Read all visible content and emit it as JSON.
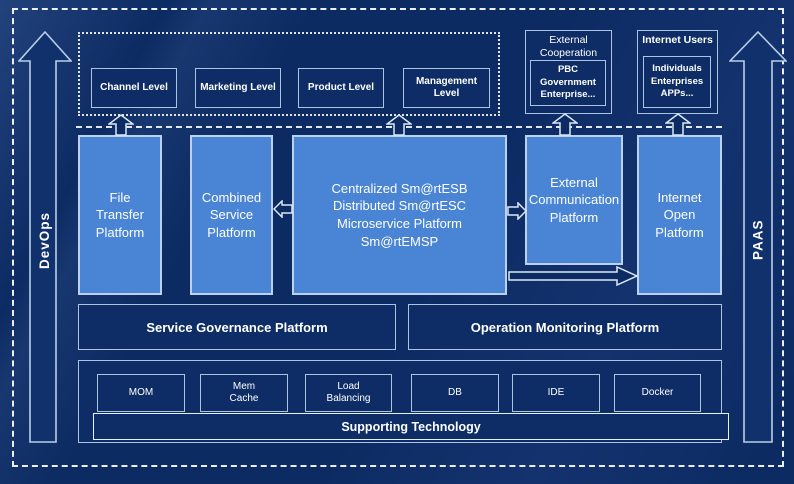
{
  "rails": {
    "devops": "DevOps",
    "paas": "PAAS"
  },
  "levels": [
    "Channel Level",
    "Marketing Level",
    "Product Level",
    "Management Level"
  ],
  "external_cooperation": {
    "title": "External Cooperation",
    "members": "PBC Government Enterprise..."
  },
  "internet_users": {
    "title": "Internet Users",
    "members": "Individuals Enterprises APPs..."
  },
  "platforms": {
    "file_transfer": "File Transfer Platform",
    "combined_service": "Combined Service Platform",
    "central_lines": [
      "Centralized Sm@rtESB",
      "Distributed Sm@rtESC",
      "Microservice Platform Sm@rtEMSP"
    ],
    "external_communication": "External Communication Platform",
    "internet_open": "Internet Open Platform"
  },
  "governance": {
    "service": "Service Governance Platform",
    "operation": "Operation Monitoring Platform"
  },
  "supporting": {
    "items": [
      "MOM",
      "Mem Cache",
      "Load Balancing",
      "DB",
      "IDE",
      "Docker"
    ],
    "bar": "Supporting Technology"
  },
  "colors": {
    "background": "#0d2b63",
    "platform_blue": "#4a84d4",
    "box_border": "#aac4e2",
    "bright_border": "#e8f0f8",
    "text": "#ffffff"
  }
}
